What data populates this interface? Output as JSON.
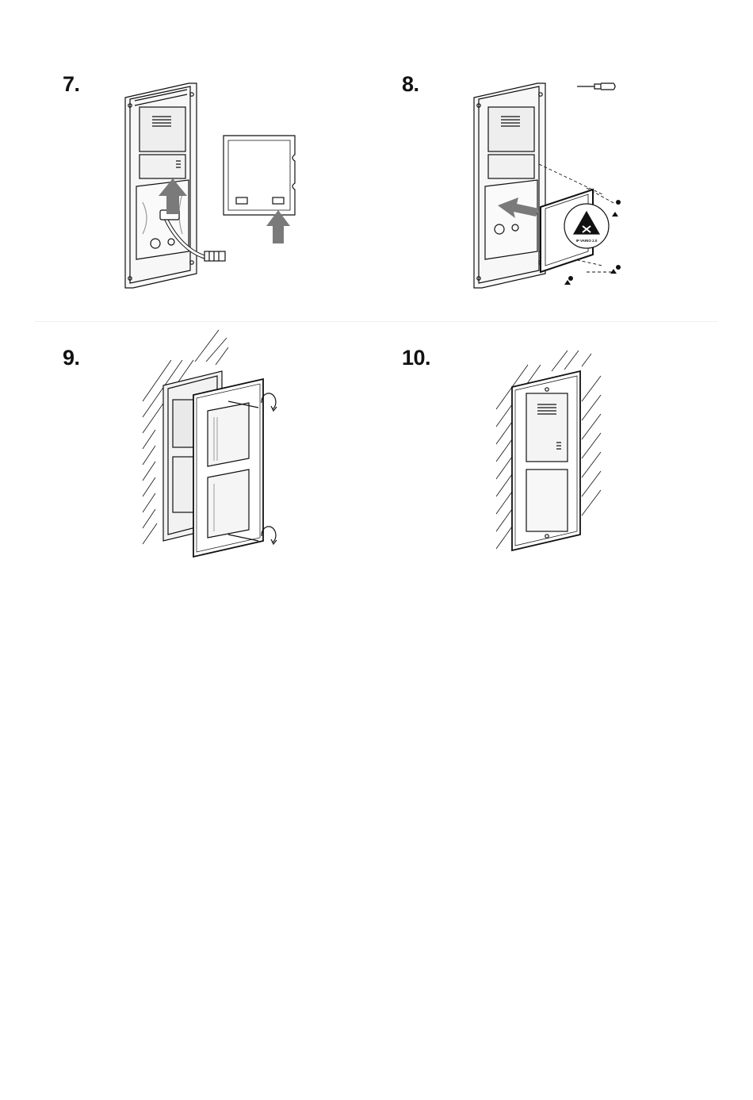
{
  "steps": [
    {
      "number": "7."
    },
    {
      "number": "8."
    },
    {
      "number": "9."
    },
    {
      "number": "10."
    }
  ],
  "step8": {
    "badge_text": "IP VARIO 2.0"
  },
  "colors": {
    "ink": "#111111",
    "arrow": "#7a7a7a",
    "panel": "#f4f4f4",
    "shade": "#d9d9d9"
  }
}
